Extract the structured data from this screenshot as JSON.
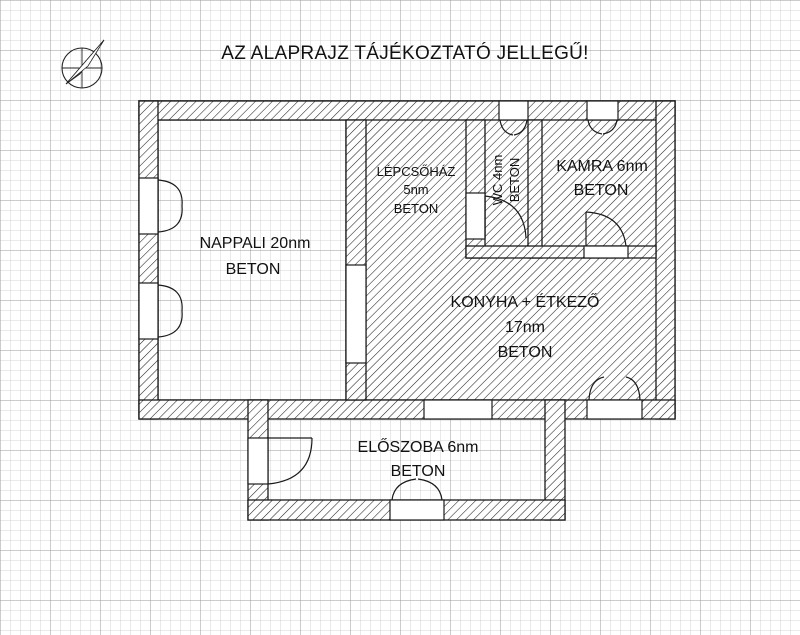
{
  "title": "AZ ALAPRAJZ TÁJÉKOZTATÓ JELLEGŰ!",
  "compass": {
    "icon": "north-arrow-icon"
  },
  "rooms": {
    "nappali": {
      "line1": "NAPPALI 20nm",
      "line2": "BETON"
    },
    "lepcsohaz": {
      "line1": "LÉPCSŐHÁZ",
      "line2": "5nm",
      "line3": "BETON"
    },
    "wc": {
      "line1": "WC 4nm",
      "line2": "BETON"
    },
    "kamra": {
      "line1": "KAMRA 6nm",
      "line2": "BETON"
    },
    "konyha": {
      "line1": "KONYHA + ÉTKEZŐ",
      "line2": "17nm",
      "line3": "BETON"
    },
    "eloszoba": {
      "line1": "ELŐSZOBA 6nm",
      "line2": "BETON"
    }
  },
  "colors": {
    "grid_minor": "#c8c8c8",
    "grid_major": "#9a9a9a",
    "wall_line": "#1a1a1a",
    "background": "#ffffff"
  }
}
